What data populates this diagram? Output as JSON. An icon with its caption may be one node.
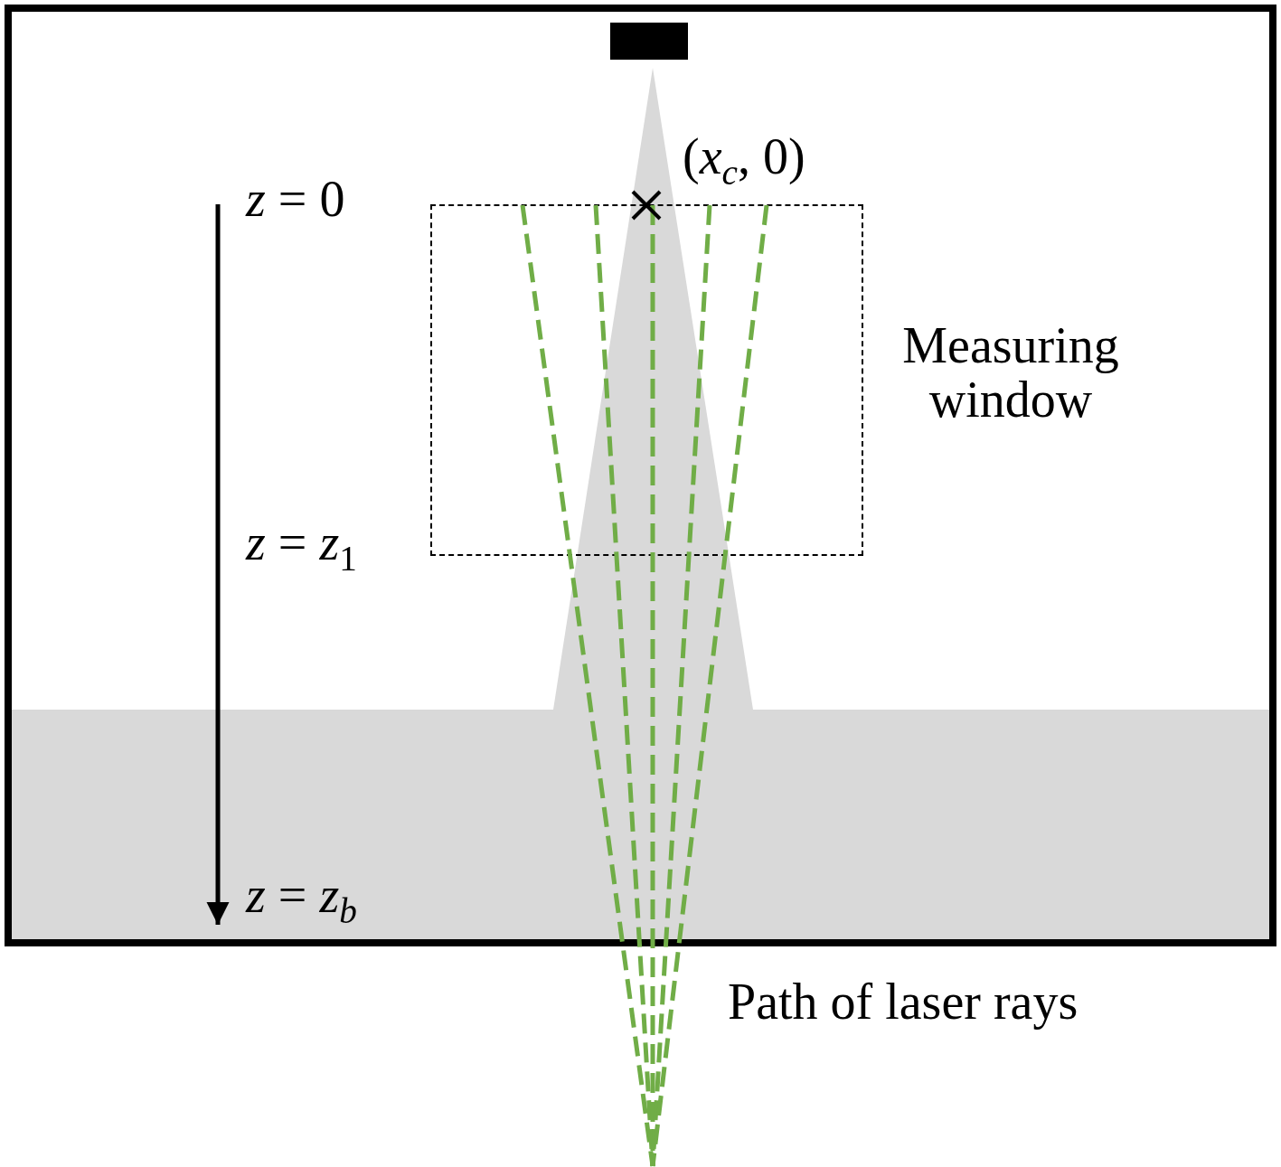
{
  "diagram": {
    "nodes": [
      {
        "text": [],
        "shape": "box"
      },
      {
        "text": [],
        "shape": "bar",
        "in": 0
      },
      {
        "text": [],
        "shape": "box",
        "in": 0,
        "beside": [
          "Measuring window"
        ]
      }
    ],
    "labels": [
      "(*x*$_{c}$, 0)",
      "*z* = 0",
      "*z* = *z*$_{1}$",
      "*z* = *z*$_{b}$",
      "Path of laser rays"
    ]
  }
}
